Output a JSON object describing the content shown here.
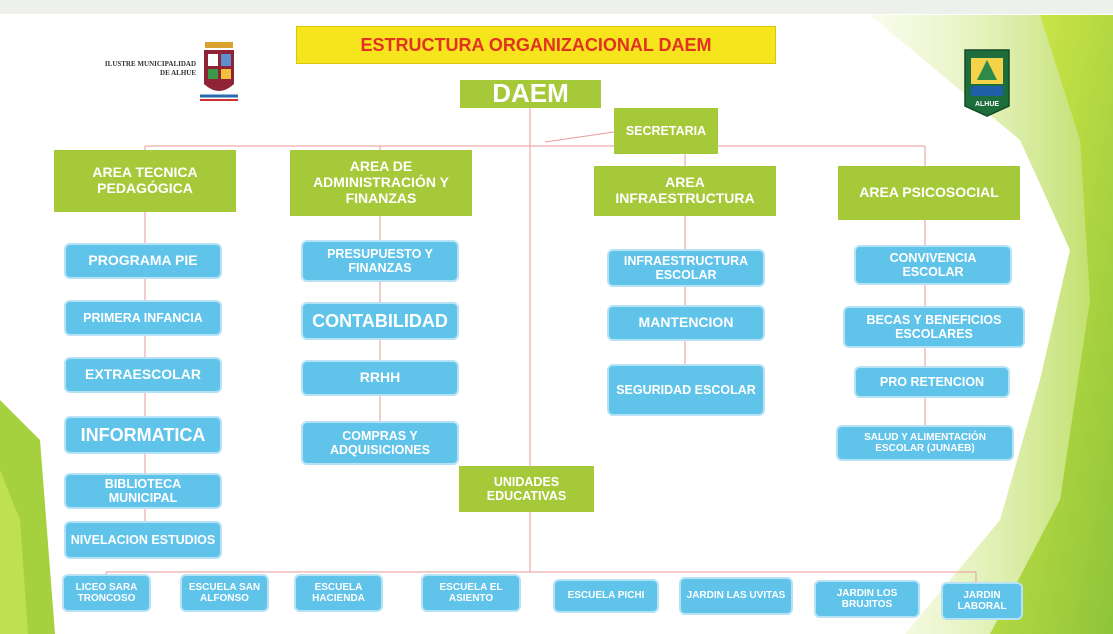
{
  "title": "ESTRUCTURA ORGANIZACIONAL DAEM",
  "left_logo": {
    "text": "ILUSTRE MUNICIPALIDAD DE ALHUE",
    "icon": "coat-of-arms-icon"
  },
  "right_logo": {
    "icon": "school-crest-icon",
    "text": "ALHUE"
  },
  "top_node": "DAEM",
  "secretaria": "SECRETARIA",
  "unidades": "UNIDADES EDUCATIVAS",
  "areas": [
    {
      "title": "AREA TECNICA PEDAGÓGICA",
      "items": [
        "PROGRAMA PIE",
        "PRIMERA INFANCIA",
        "EXTRAESCOLAR",
        "INFORMATICA",
        "BIBLIOTECA MUNICIPAL",
        "NIVELACION ESTUDIOS"
      ]
    },
    {
      "title": "AREA DE ADMINISTRACIÓN Y FINANZAS",
      "items": [
        "PRESUPUESTO Y FINANZAS",
        "CONTABILIDAD",
        "RRHH",
        "COMPRAS Y ADQUISICIONES"
      ]
    },
    {
      "title": "AREA INFRAESTRUCTURA",
      "items": [
        "INFRAESTRUCTURA ESCOLAR",
        "MANTENCION",
        "SEGURIDAD ESCOLAR"
      ]
    },
    {
      "title": "AREA PSICOSOCIAL",
      "items": [
        "CONVIVENCIA ESCOLAR",
        "BECAS Y BENEFICIOS ESCOLARES",
        "PRO RETENCION",
        "SALUD Y ALIMENTACIÓN ESCOLAR (JUNAEB)"
      ]
    }
  ],
  "schools": [
    "LICEO SARA TRONCOSO",
    "ESCUELA SAN ALFONSO",
    "ESCUELA HACIENDA",
    "ESCUELA EL ASIENTO",
    "ESCUELA PICHI",
    "JARDIN LAS UVITAS",
    "JARDIN LOS BRUJITOS",
    "JARDIN LABORAL"
  ]
}
